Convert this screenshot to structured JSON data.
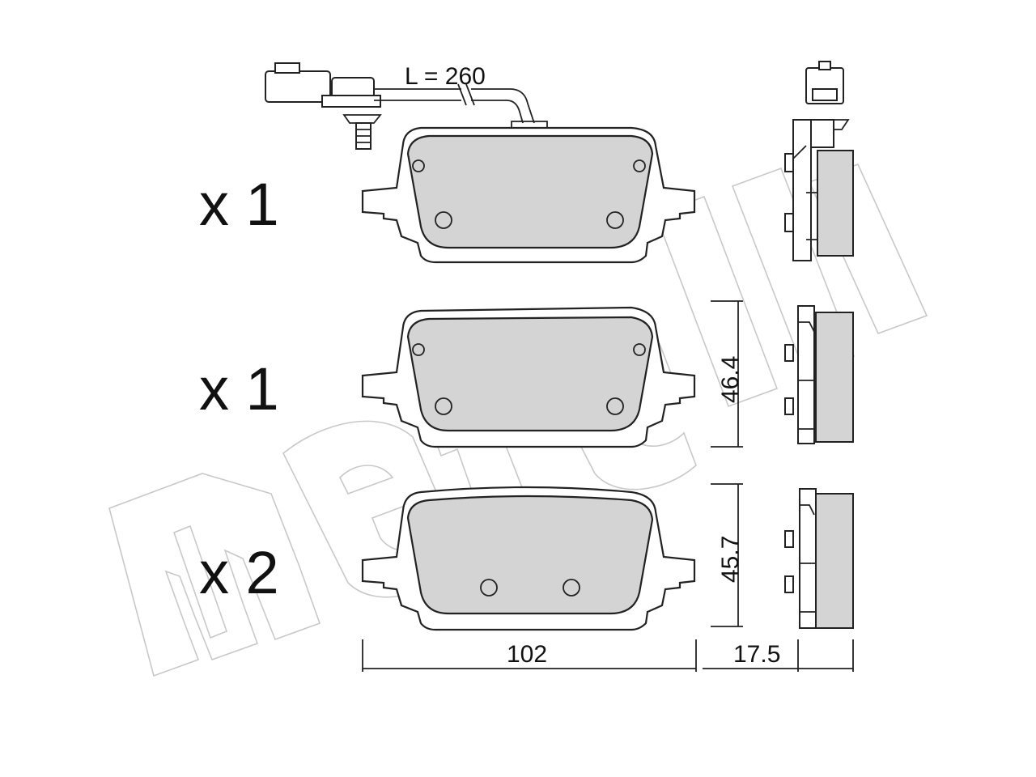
{
  "watermark": {
    "brand": "metelli"
  },
  "quantities": [
    {
      "label": "x 1"
    },
    {
      "label": "x 1"
    },
    {
      "label": "x 2"
    }
  ],
  "wire_length_label": "L = 260",
  "dimensions": {
    "height_middle": "46.4",
    "height_bottom": "45.7",
    "width": "102",
    "thickness": "17.5"
  },
  "colors": {
    "friction_material": "#d4d4d4",
    "outline": "#222222",
    "watermark": "#c8c8c8"
  }
}
